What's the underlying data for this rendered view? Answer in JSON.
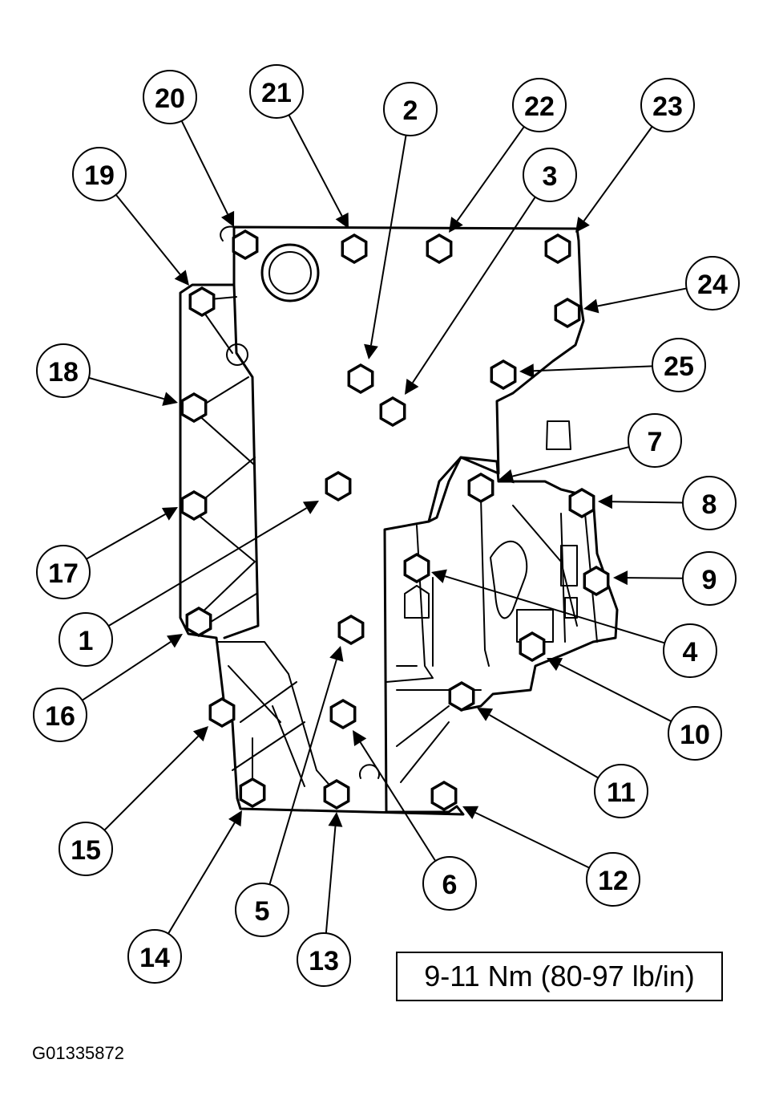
{
  "torque_spec": "9-11 Nm (80-97 lb/in)",
  "figure_id": "G01335872",
  "callouts": [
    {
      "label": "1"
    },
    {
      "label": "2"
    },
    {
      "label": "3"
    },
    {
      "label": "4"
    },
    {
      "label": "5"
    },
    {
      "label": "6"
    },
    {
      "label": "7"
    },
    {
      "label": "8"
    },
    {
      "label": "9"
    },
    {
      "label": "10"
    },
    {
      "label": "11"
    },
    {
      "label": "12"
    },
    {
      "label": "13"
    },
    {
      "label": "14"
    },
    {
      "label": "15"
    },
    {
      "label": "16"
    },
    {
      "label": "17"
    },
    {
      "label": "18"
    },
    {
      "label": "19"
    },
    {
      "label": "20"
    },
    {
      "label": "21"
    },
    {
      "label": "22"
    },
    {
      "label": "23"
    },
    {
      "label": "24"
    },
    {
      "label": "25"
    }
  ]
}
